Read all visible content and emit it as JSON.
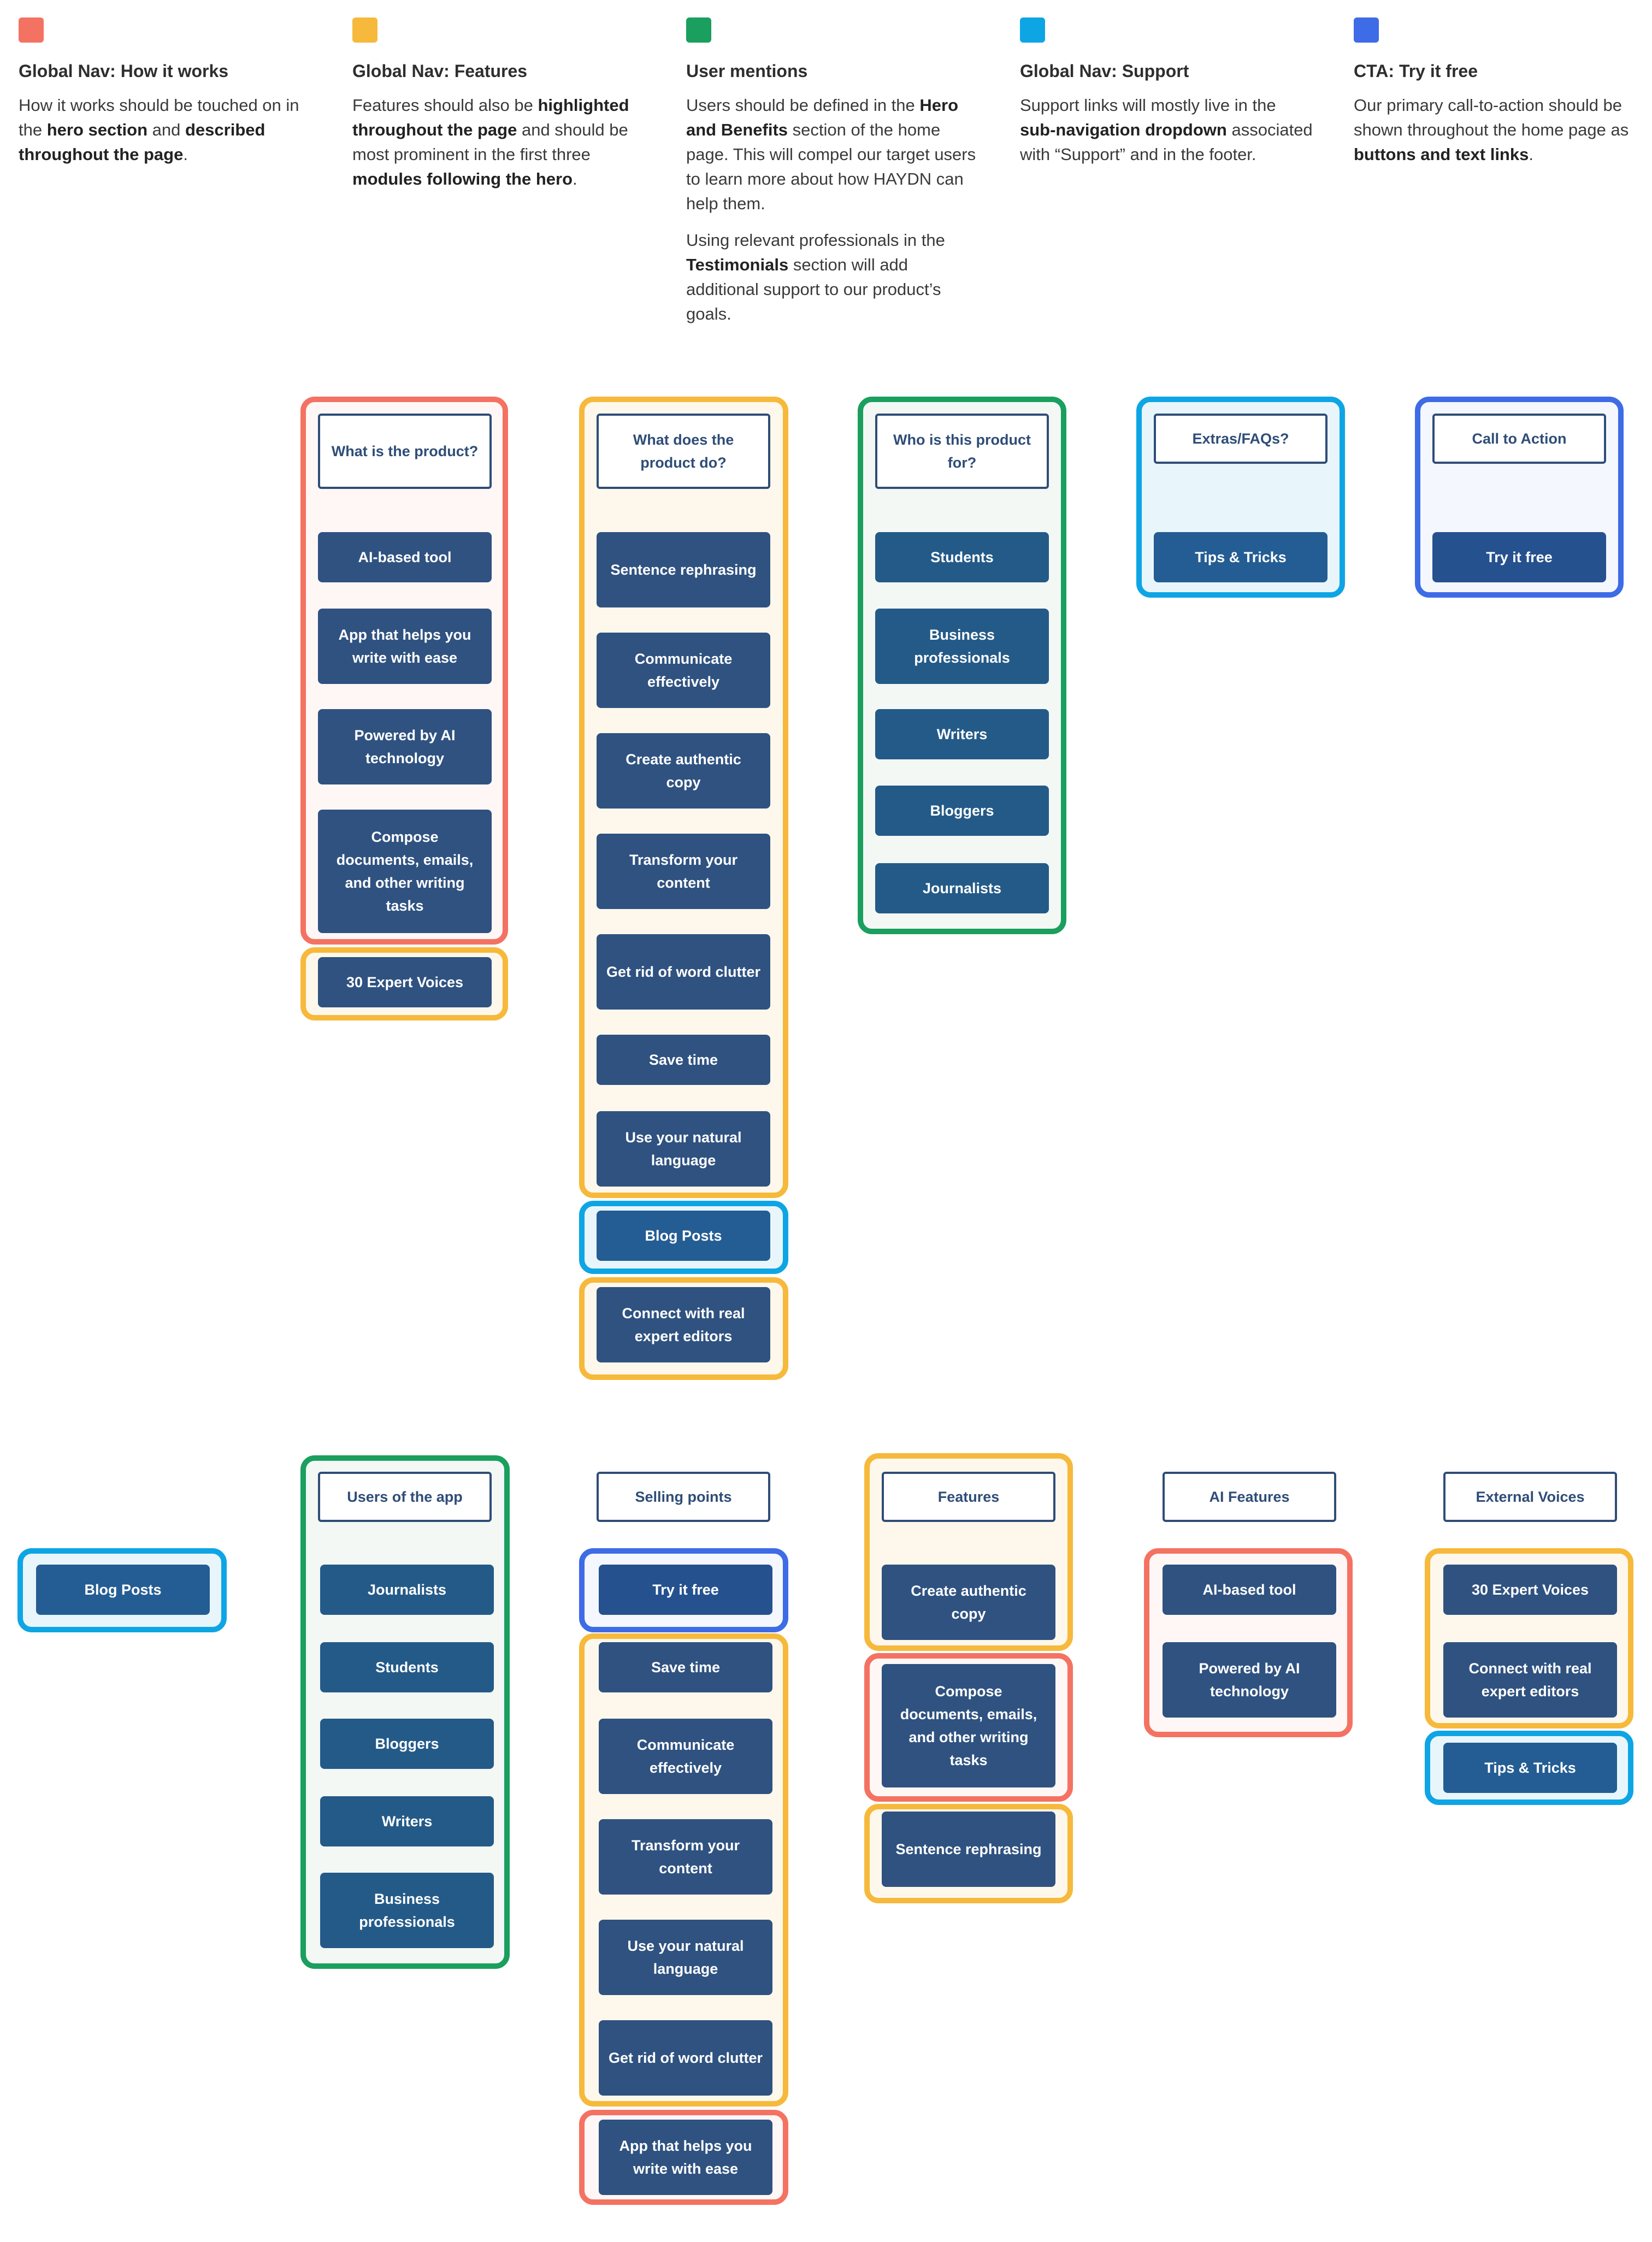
{
  "colors": {
    "how_it_works": "#f47262",
    "features": "#f6b93b",
    "user_mentions": "#1a9f5e",
    "support": "#0ea5e4",
    "cta": "#3e6be6",
    "card": "#2f5280",
    "label_border": "#2f4d77"
  },
  "legend": [
    {
      "title": "Global Nav: How it works",
      "paragraphs": [
        "How it works should be touched on in the <strong>hero section</strong> and <strong>described throughout the page</strong>."
      ]
    },
    {
      "title": "Global Nav: Features",
      "paragraphs": [
        "Features should also be <strong>highlighted throughout the page</strong> and should be most prominent in the first three <strong>modules following the hero</strong>."
      ]
    },
    {
      "title": "User mentions",
      "paragraphs": [
        "Users should be defined in the <strong>Hero and Benefits</strong> section of the home page. This will compel our target users to learn more about how HAYDN can help them.",
        "Using relevant professionals in the <strong>Testimonials</strong> section will add additional support to our product’s goals."
      ]
    },
    {
      "title": "Global Nav: Support",
      "paragraphs": [
        "Support links will mostly live in the <strong>sub-navigation dropdown</strong> associated with “Support” and in the footer."
      ]
    },
    {
      "title": "CTA: Try it free",
      "paragraphs": [
        "Our primary call-to-action should be shown throughout the home page as <strong>buttons and text links</strong>."
      ]
    }
  ],
  "top_columns": {
    "what_is": {
      "header": "What is the product?",
      "cards": [
        "AI-based tool",
        "App that helps you write with ease",
        "Powered by AI technology",
        "Compose documents, emails, and other writing tasks"
      ],
      "extra": "30 Expert Voices"
    },
    "what_does": {
      "header": "What does the product do?",
      "cards": [
        "Sentence rephrasing",
        "Communicate effectively",
        "Create authentic copy",
        "Transform your content",
        "Get rid of word clutter",
        "Save time",
        "Use your natural language"
      ],
      "extra_support": "Blog Posts",
      "extra_features": "Connect with real expert editors"
    },
    "who_for": {
      "header": "Who is this product for?",
      "cards": [
        "Students",
        "Business professionals",
        "Writers",
        "Bloggers",
        "Journalists"
      ]
    },
    "extras": {
      "header": "Extras/FAQs?",
      "cards": [
        "Tips & Tricks"
      ]
    },
    "cta": {
      "header": "Call to Action",
      "cards": [
        "Try it free"
      ]
    }
  },
  "bottom": {
    "blog_posts": "Blog Posts",
    "users": {
      "header": "Users of the app",
      "cards": [
        "Journalists",
        "Students",
        "Bloggers",
        "Writers",
        "Business professionals"
      ]
    },
    "selling": {
      "header": "Selling points",
      "cta": "Try it free",
      "features": [
        "Save time",
        "Communicate effectively",
        "Transform your content",
        "Use your natural language",
        "Get rid of word clutter"
      ],
      "how": "App that helps you write with ease"
    },
    "features": {
      "header": "Features",
      "top": "Create authentic copy",
      "how": "Compose documents, emails, and other writing tasks",
      "bottom": "Sentence rephrasing"
    },
    "ai": {
      "header": "AI Features",
      "cards": [
        "AI-based tool",
        "Powered by AI technology"
      ]
    },
    "external": {
      "header": "External Voices",
      "features": [
        "30 Expert Voices",
        "Connect with real expert editors"
      ],
      "support": "Tips & Tricks"
    }
  }
}
